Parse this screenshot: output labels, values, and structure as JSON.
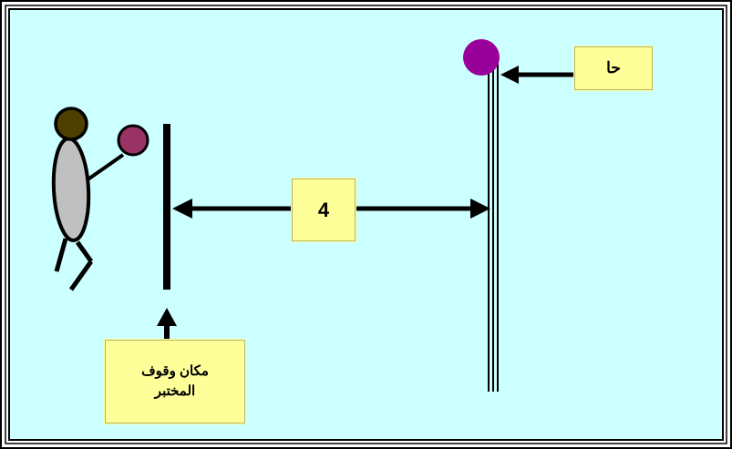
{
  "labels": {
    "height_mark": "حا",
    "distance_value": "4",
    "stand_place_line1": "مكان وقوف",
    "stand_place_line2": "المختبر"
  },
  "colors": {
    "background": "#ccffff",
    "label_fill": "#ffff99",
    "ball_wall": "#990099",
    "ball_hand": "#993366",
    "body_fill": "#c0c0c0",
    "head_fill": "#4d3f00",
    "line": "#000000"
  }
}
